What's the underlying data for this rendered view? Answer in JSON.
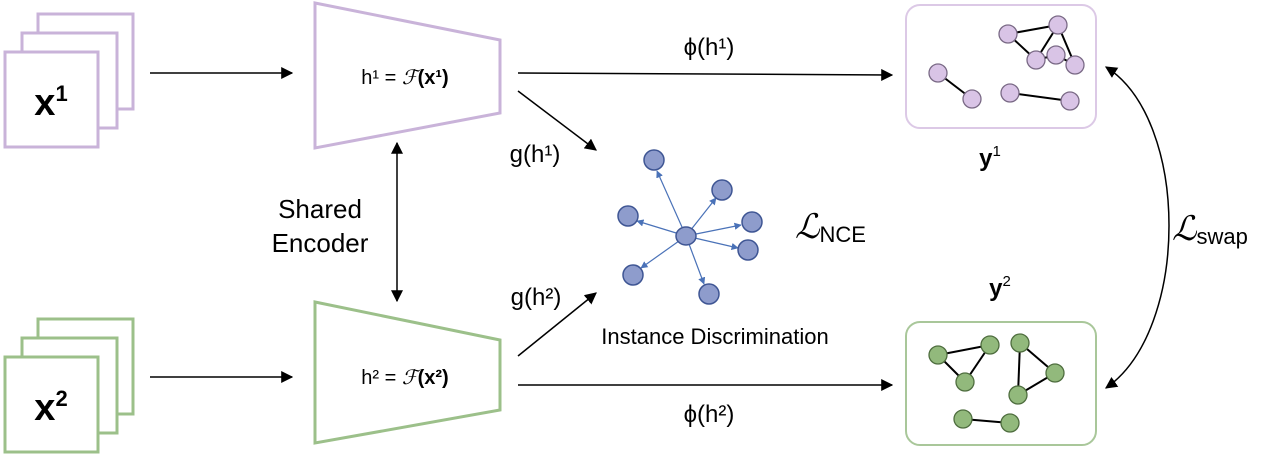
{
  "inputs": {
    "x1": {
      "base": "x",
      "sup": "1"
    },
    "x2": {
      "base": "x",
      "sup": "2"
    }
  },
  "encoder": {
    "top": {
      "label": "h¹ = ",
      "func": "ℱ",
      "arg": "(x¹)"
    },
    "bottom": {
      "label": "h² = ",
      "func": "ℱ",
      "arg": "(x²)"
    },
    "shared_line1": "Shared",
    "shared_line2": "Encoder"
  },
  "arrows": {
    "phi_top": "ϕ(h¹)",
    "phi_bottom": "ϕ(h²)",
    "g_top": "g(h¹)",
    "g_bottom": "g(h²)"
  },
  "losses": {
    "nce_symbol": "ℒ",
    "nce_sub": "NCE",
    "swap_symbol": "ℒ",
    "swap_sub": "swap"
  },
  "instance_label": "Instance Discrimination",
  "outputs": {
    "y1": {
      "base": "y",
      "sup": "1"
    },
    "y2": {
      "base": "y",
      "sup": "2"
    }
  },
  "colors": {
    "purple_stroke": "#c9b3d9",
    "purple_fill": "#d9c4e6",
    "green_stroke": "#9cc08a",
    "green_fill": "#92b97c",
    "blue_fill": "#8e9ccc",
    "blue_stroke": "#3f5694",
    "blue_arrow": "#4a72b8"
  }
}
